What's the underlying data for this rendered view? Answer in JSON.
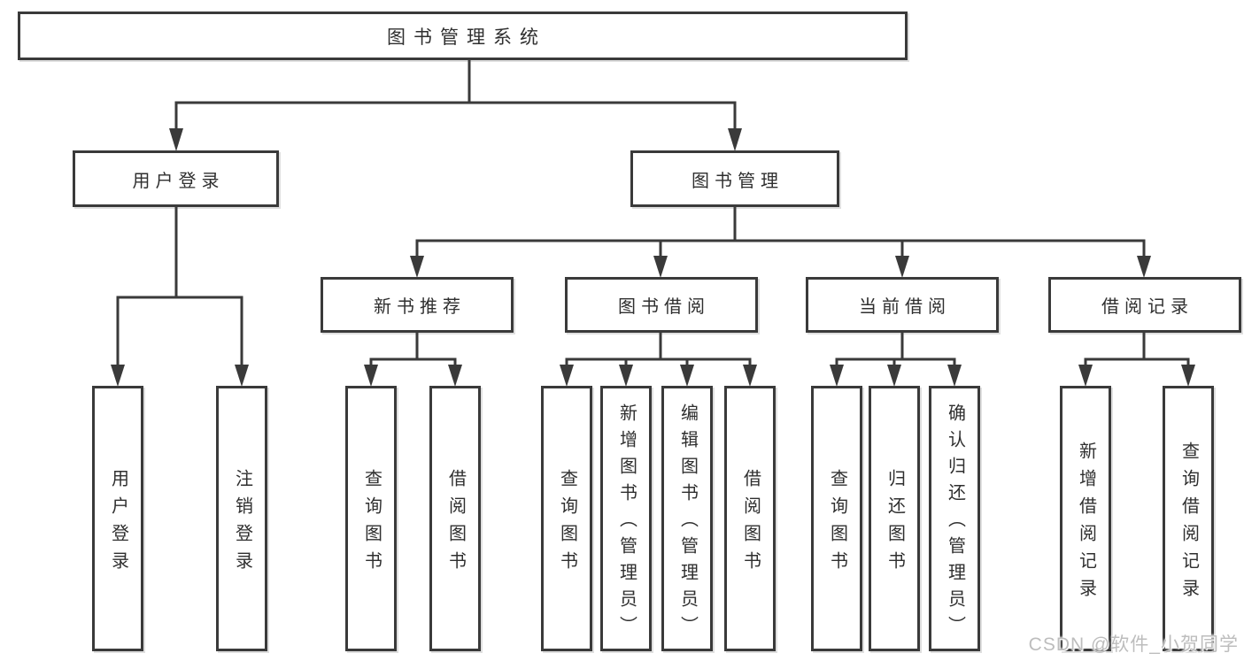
{
  "diagram": {
    "root": {
      "label": "图书管理系统"
    },
    "branches": [
      {
        "label": "用户登录",
        "leaves": [
          "用户登录",
          "注销登录"
        ]
      },
      {
        "label": "图书管理",
        "groups": [
          {
            "label": "新书推荐",
            "leaves": [
              "查询图书",
              "借阅图书"
            ]
          },
          {
            "label": "图书借阅",
            "leaves": [
              "查询图书",
              "新增图书（管理员）",
              "编辑图书（管理员）",
              "借阅图书"
            ]
          },
          {
            "label": "当前借阅",
            "leaves": [
              "查询图书",
              "归还图书",
              "确认归还（管理员）"
            ]
          },
          {
            "label": "借阅记录",
            "leaves": [
              "新增借阅记录",
              "查询借阅记录"
            ]
          }
        ]
      }
    ]
  },
  "watermark": {
    "text": "CSDN @软件_小贺同学"
  },
  "style": {
    "page_bg": "#ffffff",
    "box_bg": "#ffffff",
    "box_border": "#3a3a3a",
    "line_color": "#3a3a3a",
    "text_color": "#2f2f2f",
    "watermark_color": "#bdbdbd"
  }
}
